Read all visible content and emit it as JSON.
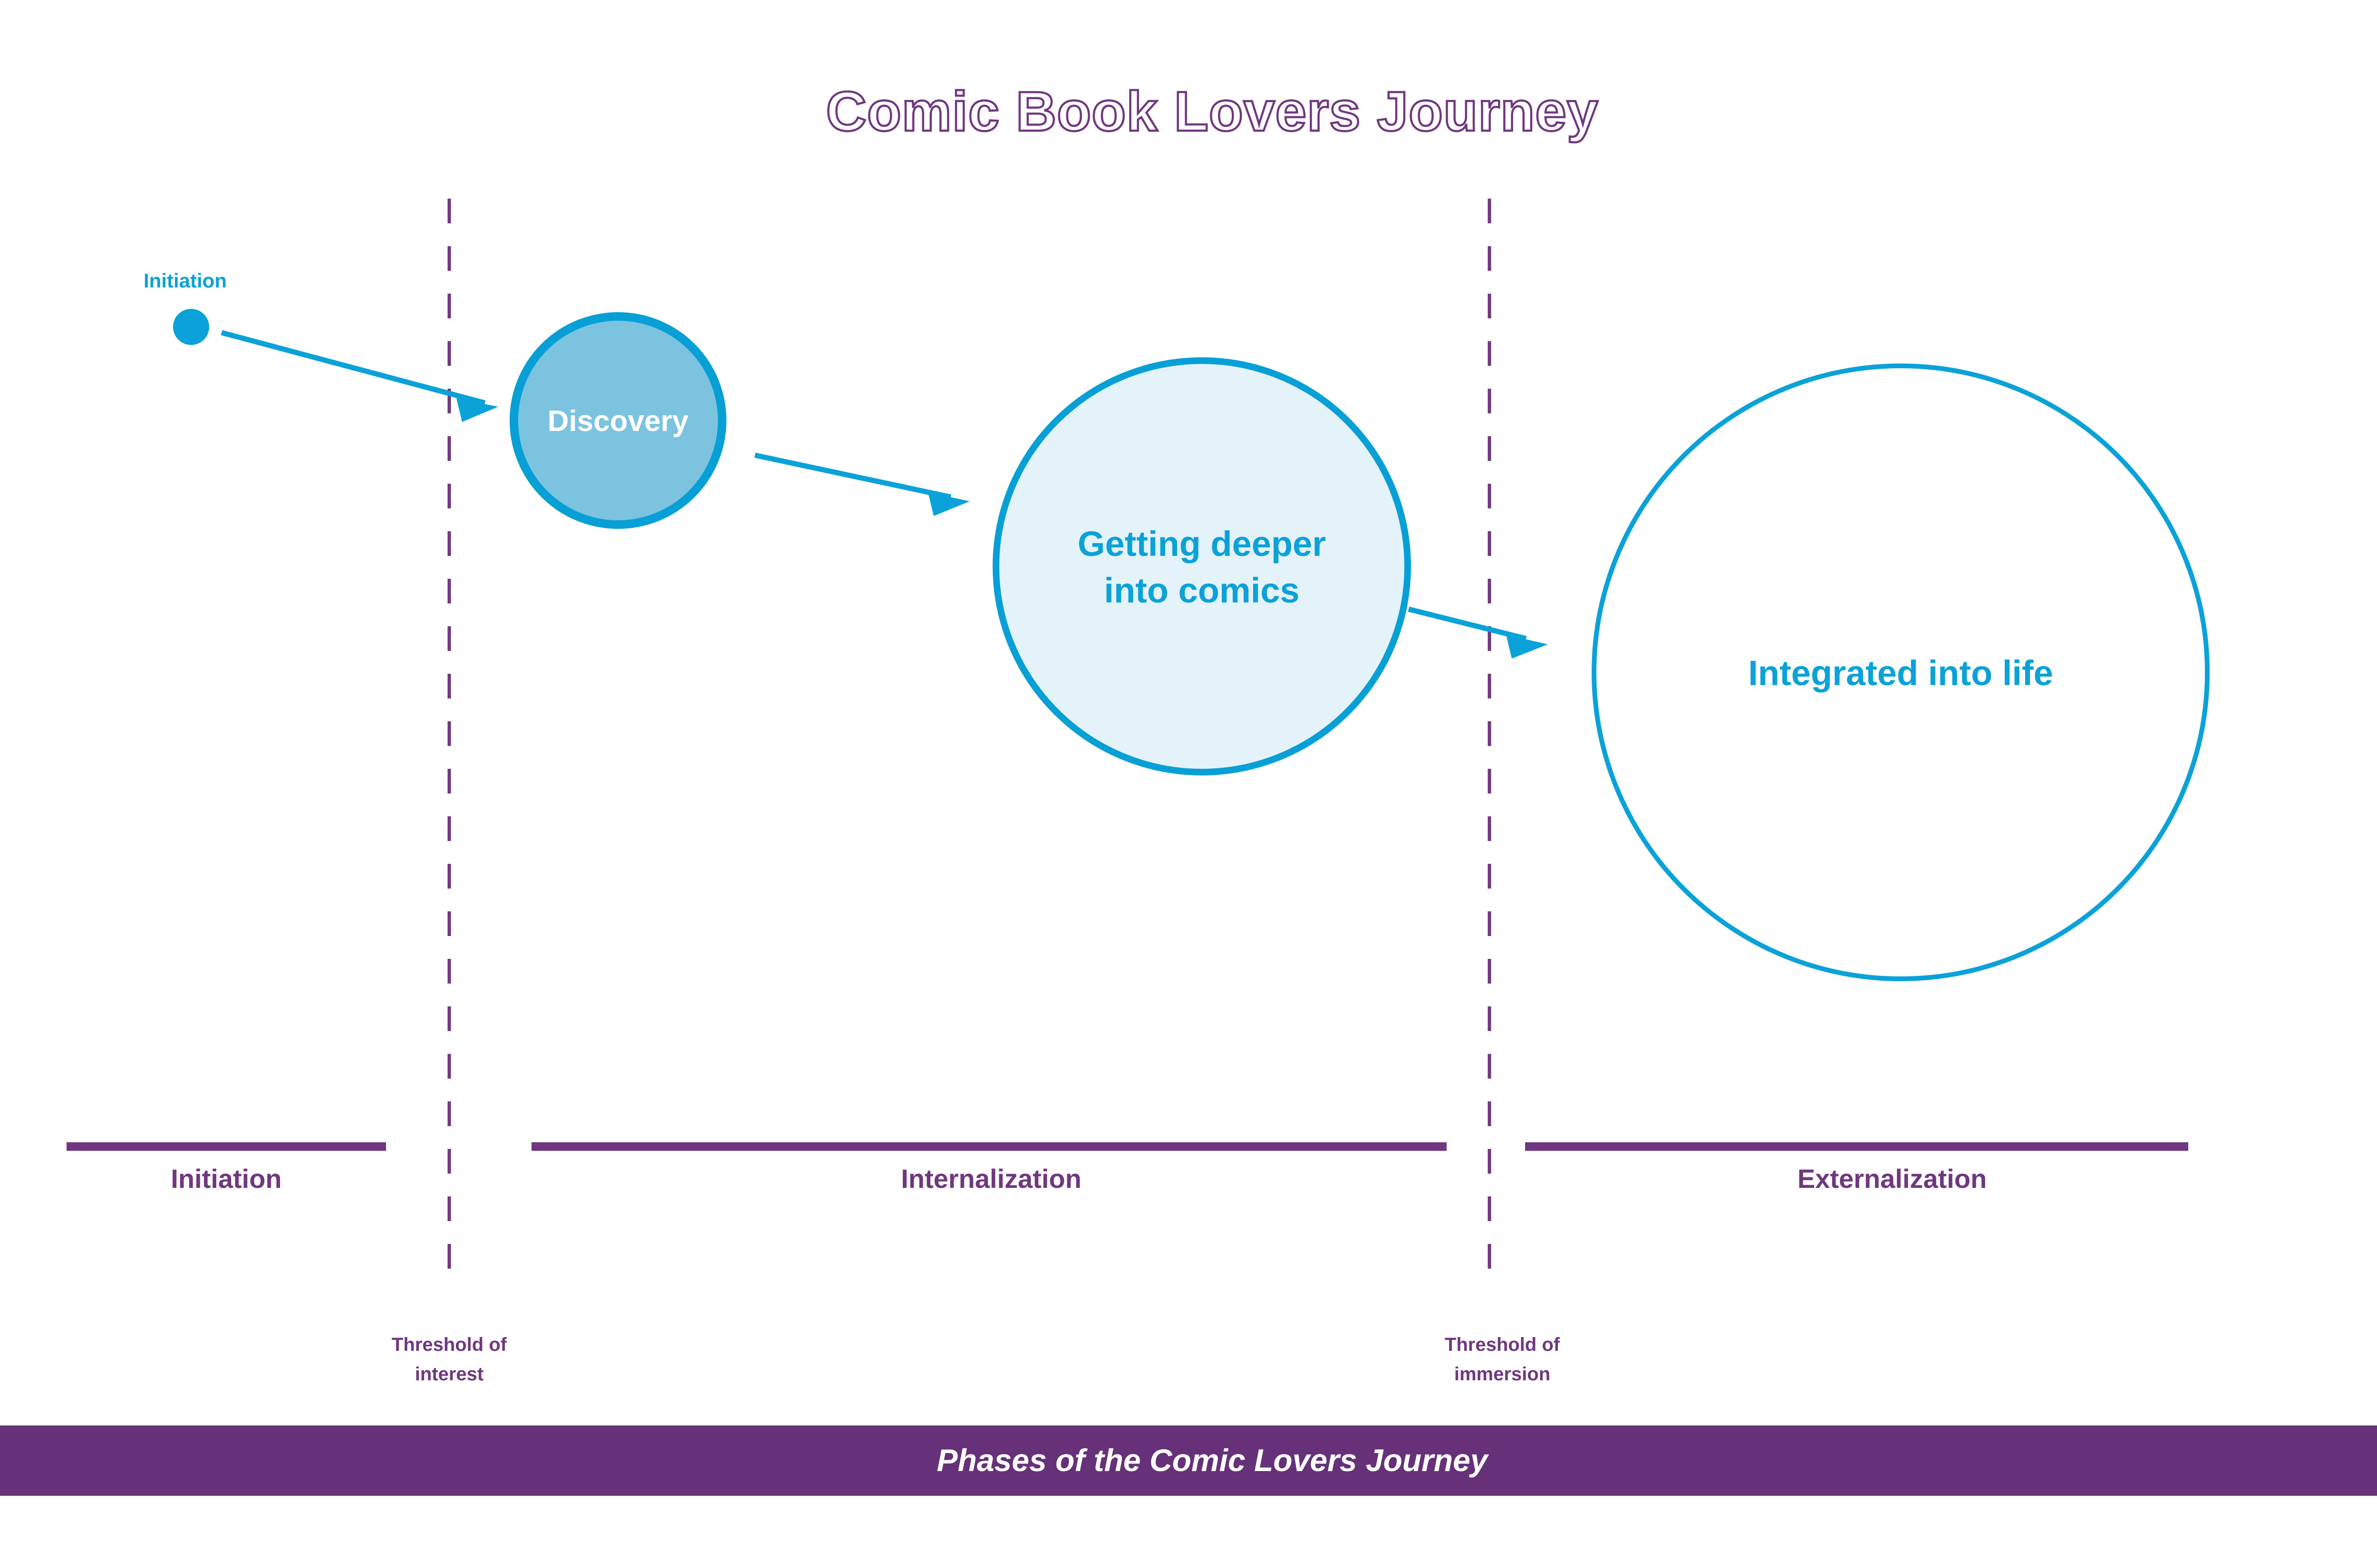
{
  "header": {
    "title": "Comic Book Lovers Journey",
    "title_color": "#703780"
  },
  "footer": {
    "caption": "Phases of the Comic Lovers Journey",
    "bar_color": "#663178",
    "text_color": "#ffffff"
  },
  "colors": {
    "accent_blue": "#0aa2d8",
    "accent_purple": "#703780",
    "node_fill_mid": "#7cc3e0",
    "node_fill_light": "#e4f2f9",
    "node_fill_empty": "#ffffff",
    "background": "#ffffff"
  },
  "start_marker": {
    "label": "Initiation",
    "dot_color": "#0aa2d8"
  },
  "nodes": [
    {
      "label": "Discovery",
      "label_color": "#ffffff",
      "fill": "#7cc3e0",
      "stroke": "#07a0d6",
      "radius": 228,
      "phase": "Initiation"
    },
    {
      "label_line1": "Getting deeper",
      "label_line2": "into comics",
      "label_color": "#0aa2d8",
      "fill": "#e4f2f9",
      "stroke": "#07a0d6",
      "radius": 440,
      "phase": "Internalization"
    },
    {
      "label": "Integrated into life",
      "label_color": "#0aa2d8",
      "fill": "#ffffff",
      "stroke": "#0aa2d8",
      "radius": 650,
      "phase": "Externalization"
    }
  ],
  "thresholds": [
    {
      "line1": "Threshold of",
      "line2": "interest"
    },
    {
      "line1": "Threshold of",
      "line2": "immersion"
    }
  ],
  "phases": [
    {
      "label": "Initiation"
    },
    {
      "label": "Internalization"
    },
    {
      "label": "Externalization"
    }
  ],
  "chart_data": {
    "type": "diagram",
    "title": "Comic Book Lovers Journey",
    "subtitle": "Phases of the Comic Lovers Journey",
    "stages": [
      {
        "name": "Discovery",
        "size": 228,
        "phase": "Initiation"
      },
      {
        "name": "Getting deeper into comics",
        "size": 440,
        "phase": "Internalization"
      },
      {
        "name": "Integrated into life",
        "size": 650,
        "phase": "Externalization"
      }
    ],
    "thresholds": [
      "Threshold of interest",
      "Threshold of immersion"
    ],
    "phases": [
      "Initiation",
      "Internalization",
      "Externalization"
    ],
    "start": "Initiation"
  }
}
